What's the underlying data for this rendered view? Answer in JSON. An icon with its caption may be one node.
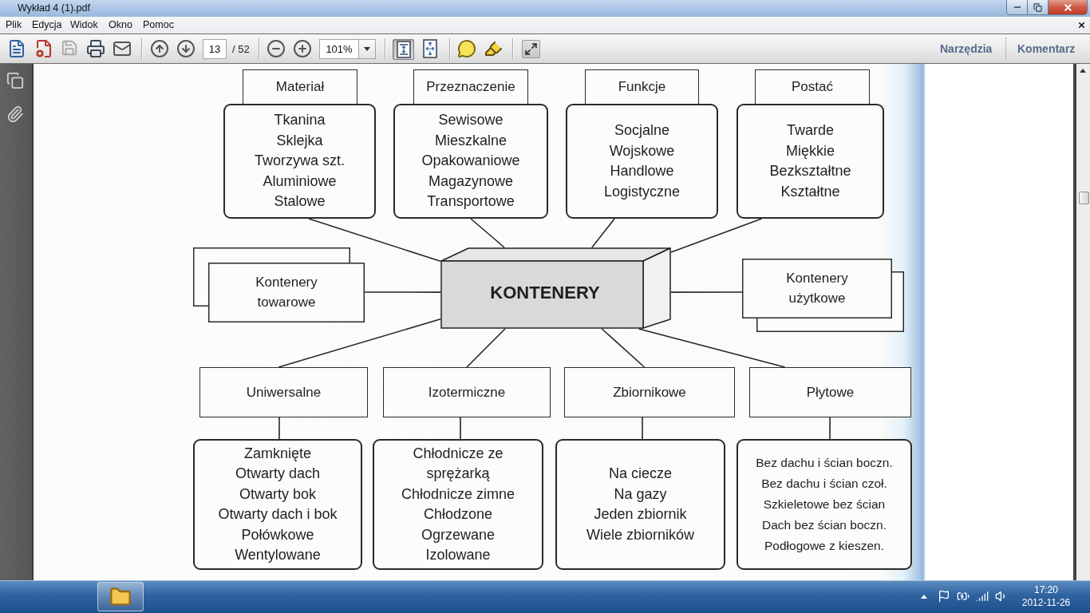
{
  "diagram": {
    "nodes": [
      {
        "text": [
          "Materiał"
        ]
      },
      {
        "text": [
          "Tkanina",
          "Sklejka",
          "Tworzywa szt.",
          "Aluminiowe",
          "Stalowe"
        ]
      },
      {
        "text": [
          "Przeznaczenie"
        ]
      },
      {
        "text": [
          "Sewisowe",
          "Mieszkalne",
          "Opakowaniowe",
          "Magazynowe",
          "Transportowe"
        ]
      },
      {
        "text": [
          "Funkcje"
        ]
      },
      {
        "text": [
          "Socjalne",
          "Wojskowe",
          "Handlowe",
          "Logistyczne"
        ]
      },
      {
        "text": [
          "Postać"
        ]
      },
      {
        "text": [
          "Twarde",
          "Miękkie",
          "Bezkształtne",
          "Kształtne"
        ]
      },
      {
        "text": [
          "Kontenery towarowe"
        ]
      },
      {
        "text": [
          "KONTENERY"
        ]
      },
      {
        "text": [
          "Kontenery użytkowe"
        ]
      },
      {
        "text": [
          "Uniwersalne"
        ]
      },
      {
        "text": [
          "Zamknięte",
          "Otwarty dach",
          "Otwarty bok",
          "Otwarty dach i bok",
          "Połówkowe",
          "Wentylowane"
        ]
      },
      {
        "text": [
          "Izotermiczne"
        ]
      },
      {
        "text": [
          "Chłodnicze ze sprężarką",
          "Chłodnicze zimne",
          "Chłodzone",
          "Ogrzewane",
          "Izolowane"
        ]
      },
      {
        "text": [
          "Zbiornikowe"
        ]
      },
      {
        "text": [
          "Na ciecze",
          "Na gazy",
          "Jeden zbiornik",
          "Wiele zbiorników"
        ]
      },
      {
        "text": [
          "Płytowe"
        ]
      },
      {
        "text": [
          "Bez dachu i ścian boczn.",
          "Bez dachu i ścian czoł.",
          "Szkieletowe bez ścian",
          "Dach bez ścian boczn.",
          "Podłogowe z kieszen."
        ]
      }
    ],
    "edges": [
      {
        "from": 9,
        "to": 1,
        "arrow": "none"
      },
      {
        "from": 9,
        "to": 3,
        "arrow": "none"
      },
      {
        "from": 9,
        "to": 5,
        "arrow": "none"
      },
      {
        "from": 9,
        "to": 7,
        "arrow": "none"
      },
      {
        "from": 9,
        "to": 8,
        "arrow": "none"
      },
      {
        "from": 9,
        "to": 10,
        "arrow": "none"
      },
      {
        "from": 9,
        "to": 11,
        "arrow": "none"
      },
      {
        "from": 9,
        "to": 13,
        "arrow": "none"
      },
      {
        "from": 9,
        "to": 15,
        "arrow": "none"
      },
      {
        "from": 9,
        "to": 17,
        "arrow": "none"
      },
      {
        "from": 11,
        "to": 12,
        "arrow": "none"
      },
      {
        "from": 13,
        "to": 14,
        "arrow": "none"
      },
      {
        "from": 15,
        "to": 16,
        "arrow": "none"
      },
      {
        "from": 17,
        "to": 18,
        "arrow": "none"
      }
    ],
    "labels": [
      "Wykład 4 (1).pdf",
      "Plik",
      "Edycja",
      "Widok",
      "Okno",
      "Pomoc",
      "13",
      "/ 52",
      "101%",
      "Narzędzia",
      "Komentarz",
      "17:20",
      "2012-11-26"
    ]
  }
}
